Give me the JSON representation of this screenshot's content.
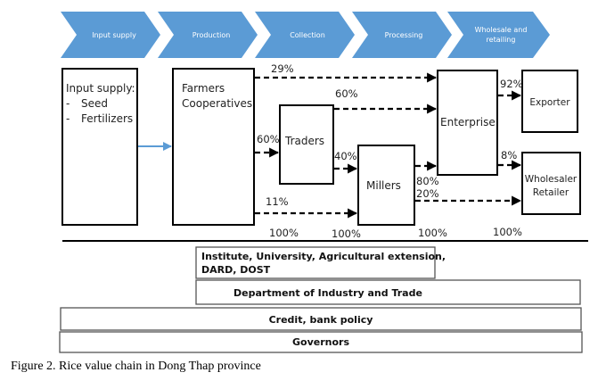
{
  "stages": [
    {
      "label": "Input supply"
    },
    {
      "label": "Production"
    },
    {
      "label": "Collection"
    },
    {
      "label": "Processing"
    },
    {
      "label": "Wholesale and",
      "label2": "retailing"
    }
  ],
  "actors": {
    "input_supply": {
      "title": "Input supply:",
      "items": [
        "Seed",
        "Fertilizers"
      ],
      "bullet": "-"
    },
    "farmers": {
      "line1": "Farmers",
      "line2": "Cooperatives"
    },
    "traders": {
      "label": "Traders"
    },
    "millers": {
      "label": "Millers"
    },
    "enterprise": {
      "label": "Enterprise"
    },
    "exporter": {
      "label": "Exporter"
    },
    "wholesaler": {
      "line1": "Wholesaler",
      "line2": "Retailer"
    }
  },
  "flows": {
    "farmers_to_enterprise": "29%",
    "traders_to_enterprise": "60%",
    "farmers_to_traders": "60%",
    "traders_to_millers": "40%",
    "farmers_to_millers": "11%",
    "millers_to_enterprise": "80%",
    "millers_to_wholesaler": "20%",
    "enterprise_to_exporter": "92%",
    "enterprise_to_wholesaler": "8%"
  },
  "totals": [
    "100%",
    "100%",
    "100%",
    "100%"
  ],
  "support_bands": {
    "institute_line1": "Institute, University, Agricultural extension,",
    "institute_line2": "DARD, DOST",
    "doit": "Department of Industry and Trade",
    "credit": "Credit, bank policy",
    "governors": "Governors"
  },
  "colors": {
    "stage_blue": "#5b9bd5",
    "input_arrow": "#5b9bd5"
  },
  "caption": "Figure 2. Rice value chain in Dong Thap province"
}
